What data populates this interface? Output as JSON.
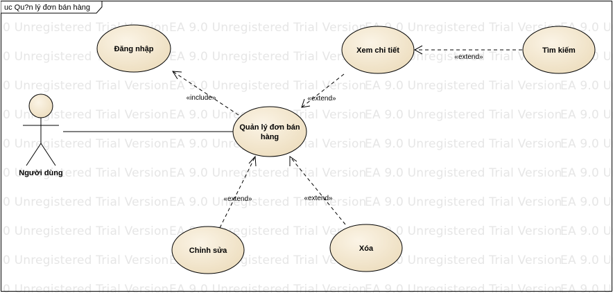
{
  "frame": {
    "title": "uc Qu?n lý đơn bán hàng"
  },
  "watermark": {
    "text": "EA 9.0 Unregistered Trial Version",
    "partial_text": "0 Unregistered Trial Version",
    "color": "#e6e6e6"
  },
  "actor": {
    "name": "Người dùng"
  },
  "use_cases": {
    "login": "Đăng nhập",
    "view_detail": "Xem chi tiết",
    "search": "Tìm kiếm",
    "manage_orders_line1": "Quản lý đơn bán",
    "manage_orders_line2": "hàng",
    "edit": "Chỉnh sửa",
    "delete": "Xóa"
  },
  "relations": {
    "include": "«include»",
    "extend": "«extend»"
  },
  "colors": {
    "usecase_fill": "#f3e6cc",
    "usecase_stroke": "#000000",
    "actor_head_fill": "#f3e6cc"
  }
}
